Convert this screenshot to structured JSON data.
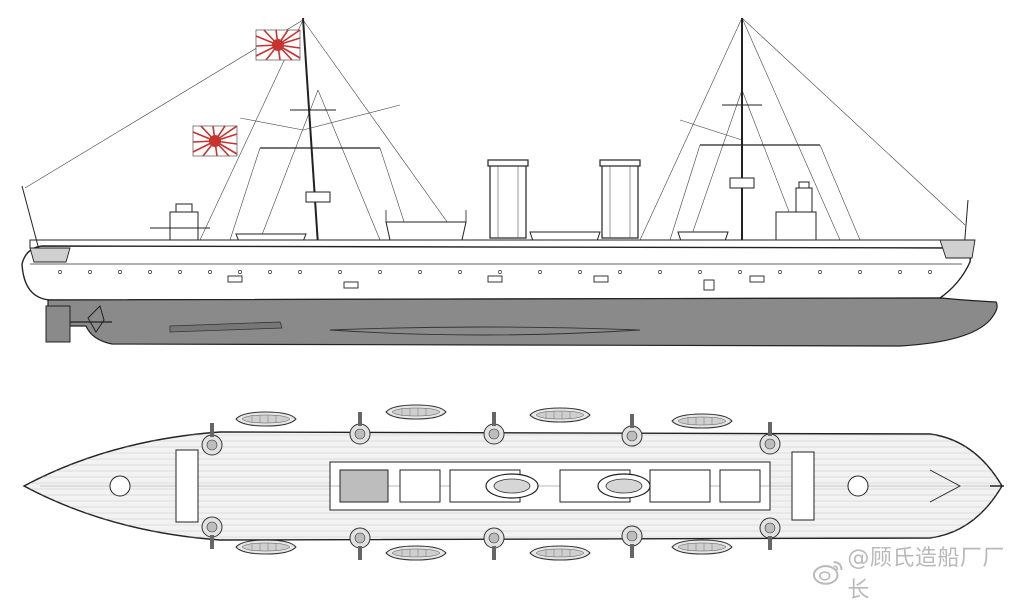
{
  "watermark": {
    "handle": "@顾氏造船厂厂长",
    "logo": "weibo-logo-icon"
  },
  "colors": {
    "hull_white": "#ffffff",
    "underwater_hull": "#8a8a8a",
    "line": "#2b2b2b",
    "deck": "#f2f2f2",
    "flag_red": "#c8322f",
    "watermark": "#b9b9b9"
  },
  "views": {
    "profile": "ship-side-profile",
    "plan": "ship-deck-plan"
  }
}
